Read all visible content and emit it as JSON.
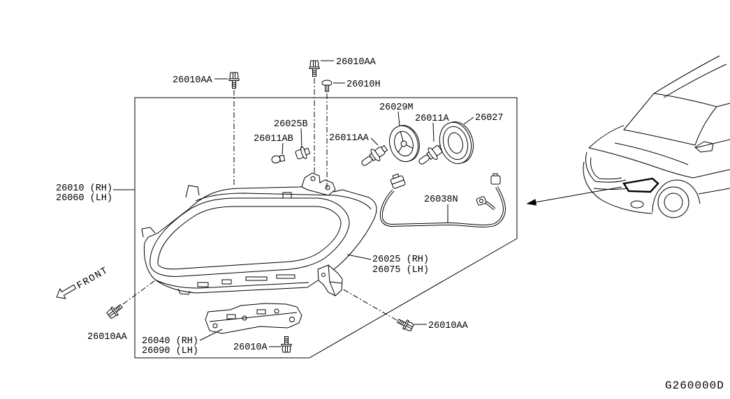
{
  "diagram": {
    "code": "G260000D",
    "front_label": "FRONT",
    "callouts": {
      "bolt_top_left": "26010AA",
      "bolt_top": "26010AA",
      "clip_top": "26010H",
      "cap_left": "26029M",
      "bulb_right": "26011A",
      "cap_right": "26027",
      "socket_small": "26025B",
      "bulb_small": "26011AB",
      "bulb_left": "26011AA",
      "assembly_rh": "26010 (RH)",
      "assembly_lh": "26060 (LH)",
      "harness": "26038N",
      "housing_rh": "26025 (RH)",
      "housing_lh": "26075 (LH)",
      "bolt_bottom_left": "26010AA",
      "bolt_bottom_right": "26010AA",
      "bracket_rh": "26040 (RH)",
      "bracket_lh": "26090 (LH)",
      "bolt_bracket": "26010A"
    }
  },
  "icons": {
    "front_direction": "front-arrow-icon",
    "vehicle_location": "location-arrow-icon"
  },
  "colors": {
    "line": "#000000",
    "background": "#ffffff"
  }
}
